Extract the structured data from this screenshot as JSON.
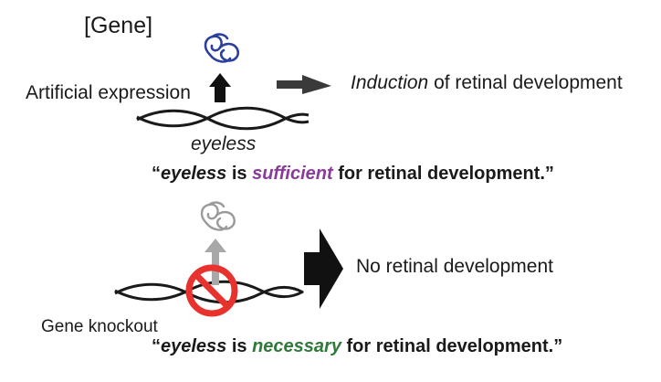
{
  "heading": "[Gene]",
  "top": {
    "expression_label": "Artificial expression",
    "gene_label": "eyeless",
    "result_em": "Induction",
    "result_rest": " of retinal development"
  },
  "conclusion_sufficient": {
    "open_quote": "“",
    "gene": "eyeless",
    "is": " is ",
    "keyword": "sufficient",
    "rest": " for retinal development.”"
  },
  "bottom": {
    "result": "No retinal development",
    "knockout_label": "Gene knockout"
  },
  "conclusion_necessary": {
    "open_quote": "“",
    "gene": "eyeless",
    "is": " is ",
    "keyword": "necessary",
    "rest": " for retinal development.”"
  },
  "colors": {
    "protein_top": "#2a3f9e",
    "protein_bottom": "#9a9a9a",
    "sufficient": "#8a3a9c",
    "necessary": "#2f7a3a",
    "prohibit": "#e8322d"
  },
  "icons": [
    "dna-helix",
    "protein-blob",
    "up-arrow",
    "right-arrow",
    "no-entry-sign"
  ]
}
